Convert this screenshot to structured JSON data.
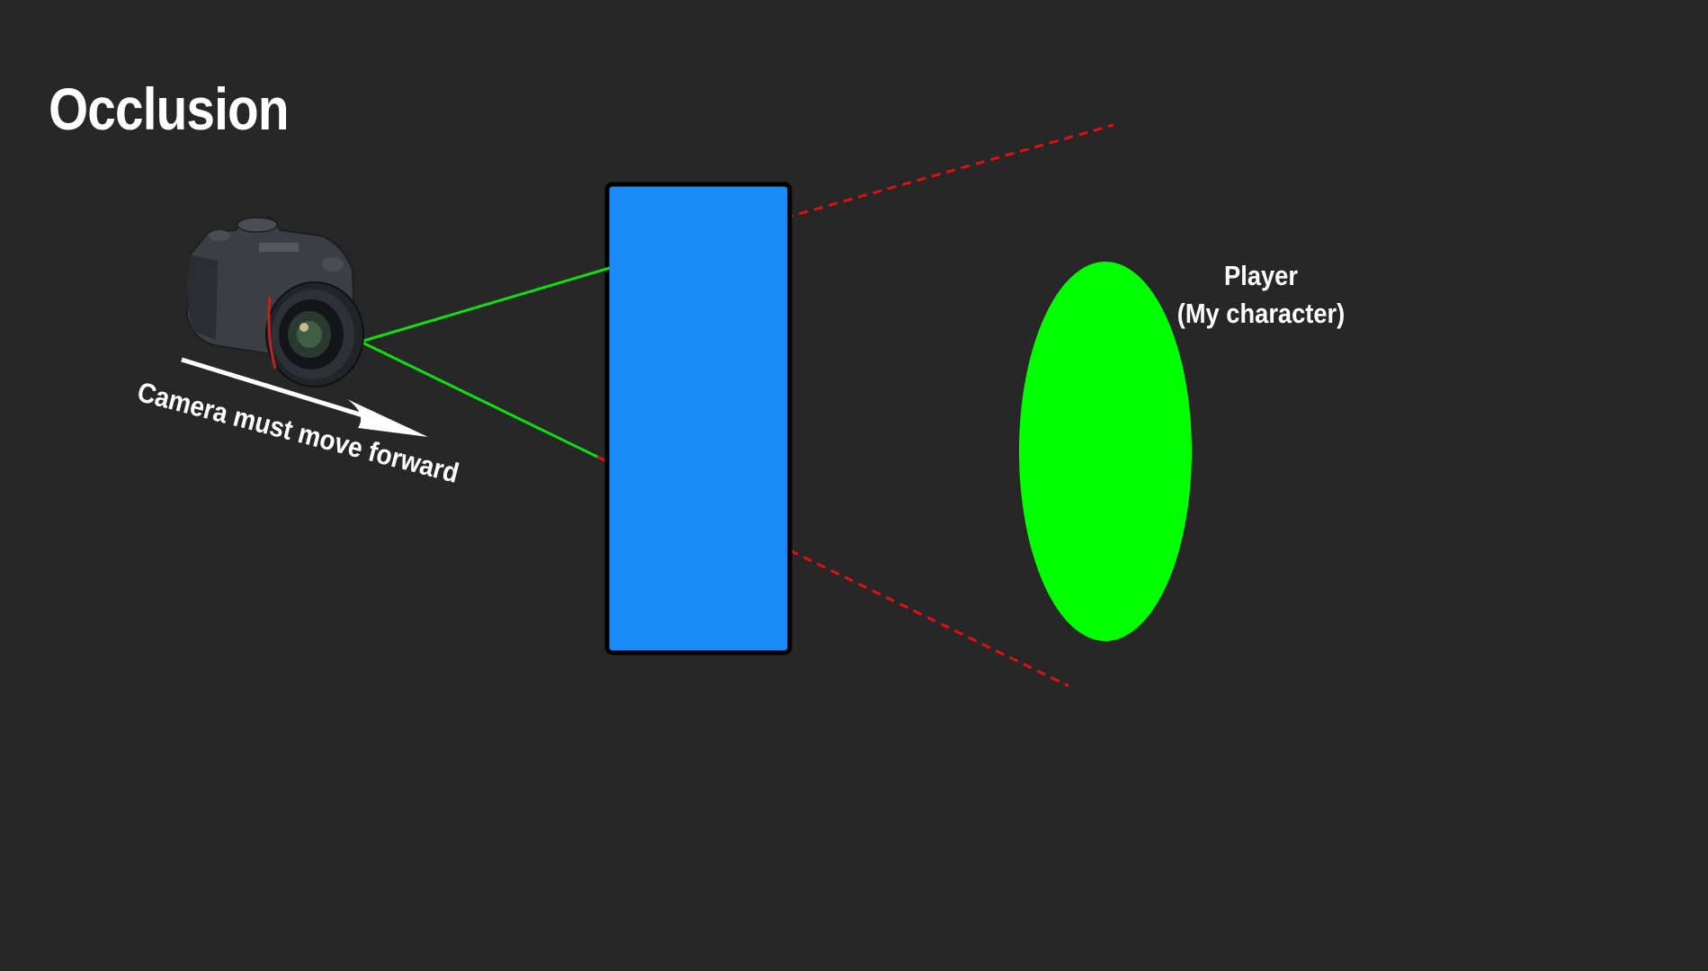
{
  "slide": {
    "title": "Occlusion"
  },
  "player": {
    "label_line1": "Player",
    "label_line2": "(My character)",
    "color": "#00ff00"
  },
  "camera": {
    "caption": "Camera must move forward",
    "icon": "dslr-camera-icon",
    "arrow_color": "#ffffff"
  },
  "occluder": {
    "color": "#1a8af7",
    "border_color": "#000000"
  },
  "view_rays": {
    "visible_color": "#11dd11",
    "blocked_color": "#dd1111"
  },
  "colors": {
    "background": "#272727",
    "text": "#ffffff"
  }
}
